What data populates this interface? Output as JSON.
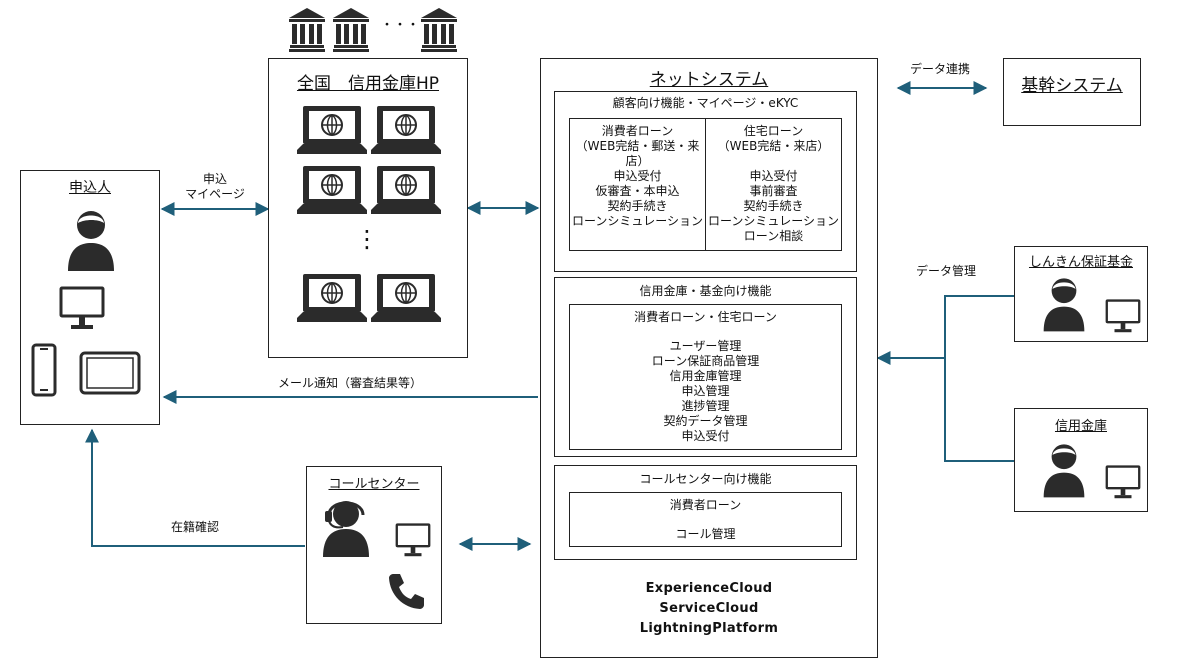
{
  "applicant": {
    "title": "申込人"
  },
  "shinkin_hp": {
    "title": "全国　信用金庫HP"
  },
  "net_system": {
    "title": "ネットシステム",
    "customer": {
      "title": "顧客向け機能・マイページ・eKYC",
      "consumer": {
        "head": "消費者ローン\n（WEB完結・郵送・来店）",
        "items": "申込受付\n仮審査・本申込\n契約手続き\nローンシミュレーション"
      },
      "housing": {
        "head": "住宅ローン\n（WEB完結・来店）",
        "items": "申込受付\n事前審査\n契約手続き\nローンシミュレーション\nローン相談"
      }
    },
    "bank": {
      "title": "信用金庫・基金向け機能",
      "head": "消費者ローン・住宅ローン",
      "items": "ユーザー管理\nローン保証商品管理\n信用金庫管理\n申込管理\n進捗管理\n契約データ管理\n申込受付"
    },
    "callcenter": {
      "title": "コールセンター向け機能",
      "head": "消費者ローン",
      "items": "コール管理"
    },
    "platform": "ExperienceCloud\nServiceCloud\nLightningPlatform"
  },
  "core_system": {
    "title": "基幹システム"
  },
  "guarantee_fund": {
    "title": "しんきん保証基金"
  },
  "shinkin_bank": {
    "title": "信用金庫"
  },
  "call_center": {
    "title": "コールセンター"
  },
  "labels": {
    "apply_mypage": "申込\nマイページ",
    "mail_notice": "メール通知（審査結果等）",
    "enrollment_check": "在籍確認",
    "data_link": "データ連携",
    "data_mgmt": "データ管理",
    "dots": "・・・",
    "vdots": "⋮"
  },
  "colors": {
    "arrow": "#1f5f7a",
    "icon": "#2b2b2b"
  }
}
